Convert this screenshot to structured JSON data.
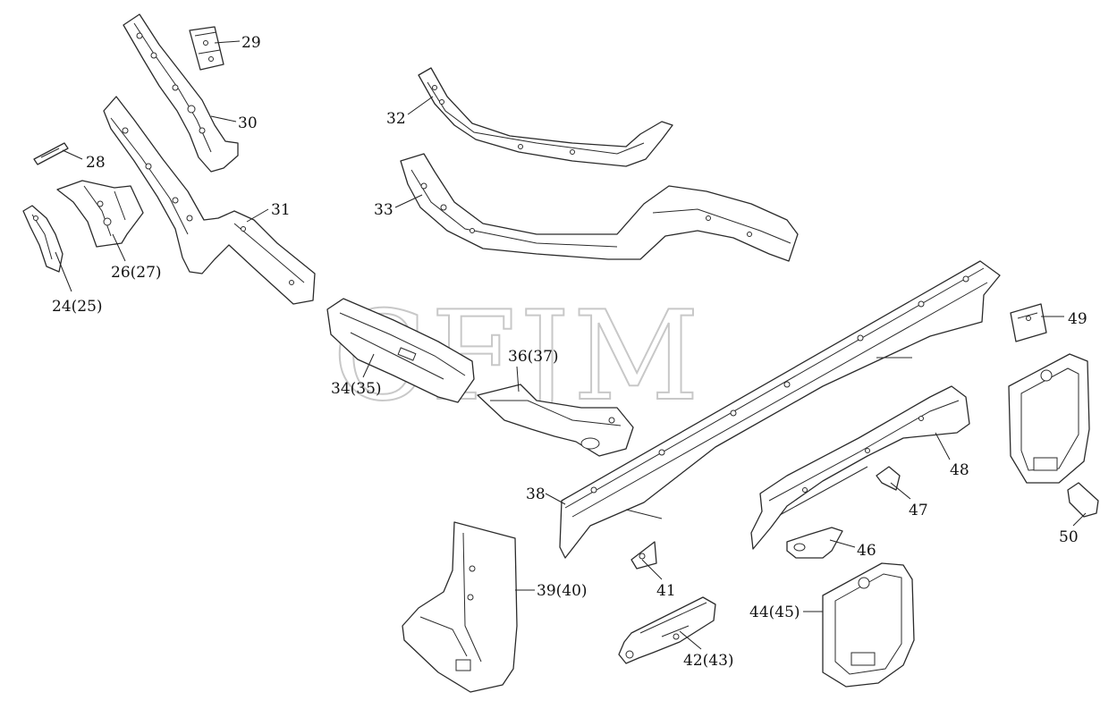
{
  "watermark": "CFJM",
  "callouts": {
    "c24": "24(25)",
    "c26": "26(27)",
    "c28": "28",
    "c29": "29",
    "c30": "30",
    "c31": "31",
    "c32": "32",
    "c33": "33",
    "c34": "34(35)",
    "c36": "36(37)",
    "c38": "38",
    "c39": "39(40)",
    "c41": "41",
    "c42": "42(43)",
    "c44": "44(45)",
    "c46": "46",
    "c47": "47",
    "c48": "48",
    "c49": "49",
    "c50": "50"
  },
  "colors": {
    "line": "#2b2b2b",
    "watermark": "#c8c8c8",
    "background": "#ffffff"
  }
}
